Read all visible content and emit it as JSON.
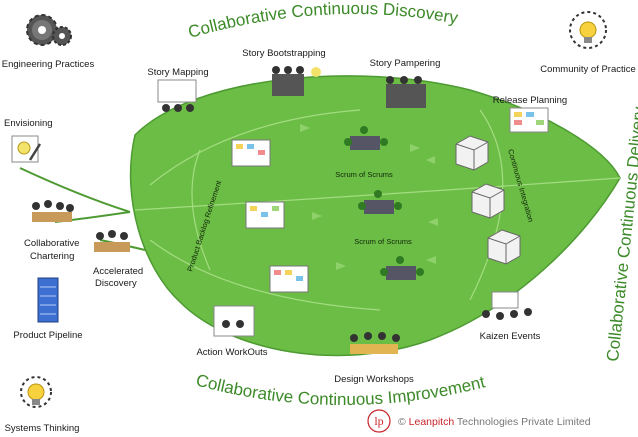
{
  "titles": {
    "discovery": "Collaborative Continuous Discovery",
    "delivery": "Collaborative Continuous Delivery",
    "improvement": "Collaborative Continuous Improvement"
  },
  "labels": {
    "engineering_practices": "Engineering Practices",
    "envisioning": "Envisioning",
    "collaborative_chartering_1": "Collaborative",
    "collaborative_chartering_2": "Chartering",
    "accelerated_discovery_1": "Accelerated",
    "accelerated_discovery_2": "Discovery",
    "product_pipeline": "Product Pipeline",
    "systems_thinking": "Systems Thinking",
    "story_mapping": "Story Mapping",
    "story_bootstrapping": "Story Bootstrapping",
    "story_pampering": "Story Pampering",
    "community_of_practice": "Community of Practice",
    "release_planning": "Release Planning",
    "scrum_of_scrums_1": "Scrum of Scrums",
    "scrum_of_scrums_2": "Scrum of Scrums",
    "product_backlog_refinement": "Product Backlog Refinement",
    "continuous_integration": "Continuous Integration",
    "kaizen_events": "Kaizen Events",
    "action_workouts": "Action WorkOuts",
    "design_workshops": "Design Workshops"
  },
  "footer": {
    "logo": "lp",
    "copyright_prefix": "© ",
    "company_name": "Leanpitch",
    "copyright_rest": " Technologies Private Limited"
  },
  "colors": {
    "leaf": "#6cbd45",
    "leaf_edge": "#4d9a32",
    "title_green": "#3c8a28",
    "brand_red": "#c8242b"
  },
  "icons": [
    "gear-icon",
    "lightbulb-icon",
    "pencil-icon",
    "server-rack-icon",
    "people-icon",
    "kanban-board-icon",
    "box-icon"
  ]
}
